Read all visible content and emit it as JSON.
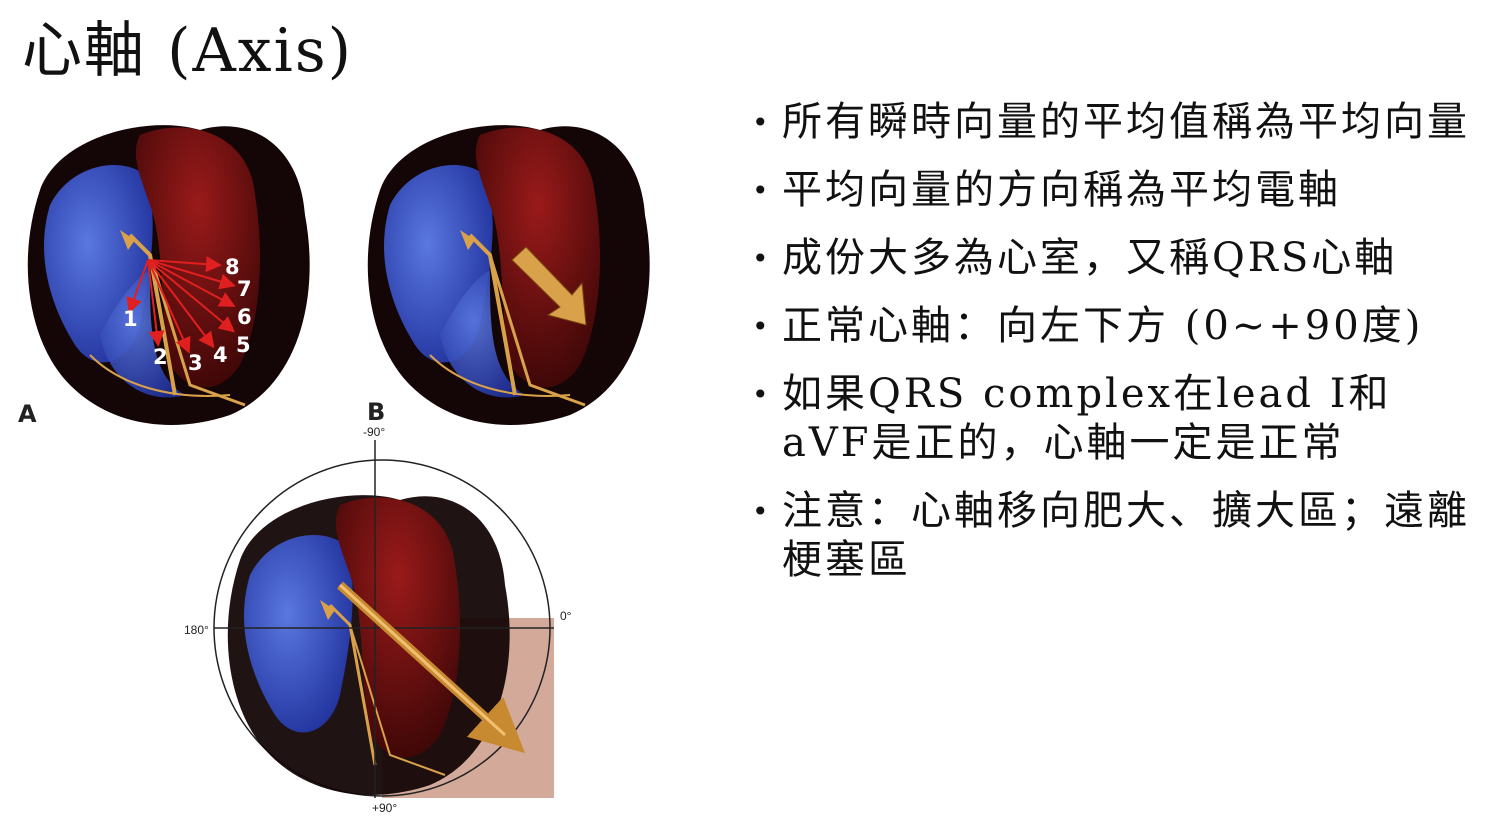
{
  "title": "心軸 (Axis)",
  "figure": {
    "panel_a_label": "A",
    "panel_b_label": "B",
    "vector_numbers": [
      "1",
      "2",
      "3",
      "4",
      "5",
      "6",
      "7",
      "8"
    ],
    "axis_degrees": {
      "top": "-90°",
      "right": "0°",
      "left": "180°",
      "bottom": "+90°"
    },
    "colors": {
      "right_heart": "#3a55c8",
      "left_heart": "#7a1010",
      "conduction": "#d9a24a",
      "normal_quadrant": "#c48c78"
    }
  },
  "bullets": [
    "所有瞬時向量的平均值稱為平均向量",
    "平均向量的方向稱為平均電軸",
    "成份大多為心室，又稱QRS心軸",
    "正常心軸：向左下方 (0~+90度)",
    "如果QRS complex在lead I和aVF是正的，心軸一定是正常",
    "注意：心軸移向肥大、擴大區；遠離梗塞區"
  ]
}
